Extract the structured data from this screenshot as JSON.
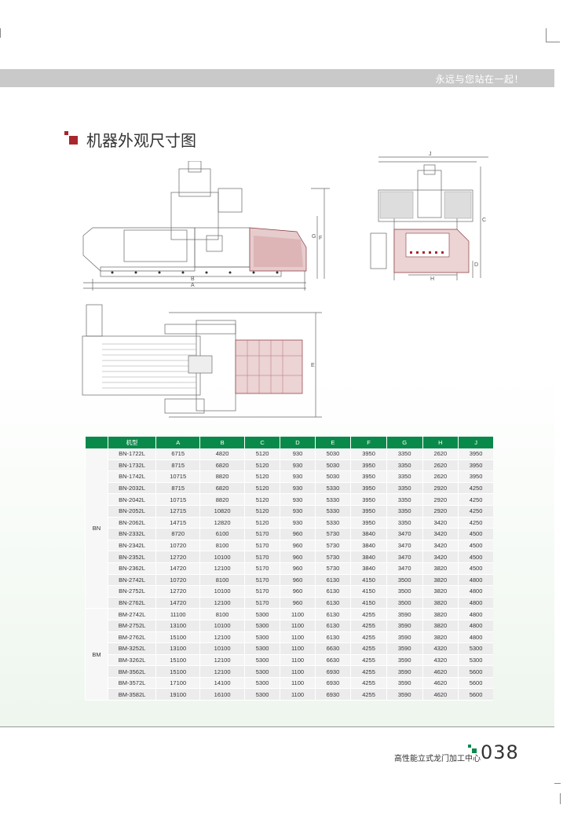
{
  "header": {
    "slogan": "永远与您站在一起！"
  },
  "section": {
    "title": "机器外观尺寸图"
  },
  "drawing": {
    "dim_labels": [
      "A",
      "B",
      "C",
      "D",
      "E",
      "F",
      "G",
      "H",
      "J"
    ]
  },
  "table": {
    "columns": [
      "机型",
      "A",
      "B",
      "C",
      "D",
      "E",
      "F",
      "G",
      "H",
      "J"
    ],
    "groups": [
      {
        "name": "BN",
        "rows": [
          [
            "BN-1722L",
            "6715",
            "4820",
            "5120",
            "930",
            "5030",
            "3950",
            "3350",
            "2620",
            "3950"
          ],
          [
            "BN-1732L",
            "8715",
            "6820",
            "5120",
            "930",
            "5030",
            "3950",
            "3350",
            "2620",
            "3950"
          ],
          [
            "BN-1742L",
            "10715",
            "8820",
            "5120",
            "930",
            "5030",
            "3950",
            "3350",
            "2620",
            "3950"
          ],
          [
            "BN-2032L",
            "8715",
            "6820",
            "5120",
            "930",
            "5330",
            "3950",
            "3350",
            "2920",
            "4250"
          ],
          [
            "BN-2042L",
            "10715",
            "8820",
            "5120",
            "930",
            "5330",
            "3950",
            "3350",
            "2920",
            "4250"
          ],
          [
            "BN-2052L",
            "12715",
            "10820",
            "5120",
            "930",
            "5330",
            "3950",
            "3350",
            "2920",
            "4250"
          ],
          [
            "BN-2062L",
            "14715",
            "12820",
            "5120",
            "930",
            "5330",
            "3950",
            "3350",
            "3420",
            "4250"
          ],
          [
            "BN-2332L",
            "8720",
            "6100",
            "5170",
            "960",
            "5730",
            "3840",
            "3470",
            "3420",
            "4500"
          ],
          [
            "BN-2342L",
            "10720",
            "8100",
            "5170",
            "960",
            "5730",
            "3840",
            "3470",
            "3420",
            "4500"
          ],
          [
            "BN-2352L",
            "12720",
            "10100",
            "5170",
            "960",
            "5730",
            "3840",
            "3470",
            "3420",
            "4500"
          ],
          [
            "BN-2362L",
            "14720",
            "12100",
            "5170",
            "960",
            "5730",
            "3840",
            "3470",
            "3820",
            "4500"
          ],
          [
            "BN-2742L",
            "10720",
            "8100",
            "5170",
            "960",
            "6130",
            "4150",
            "3500",
            "3820",
            "4800"
          ],
          [
            "BN-2752L",
            "12720",
            "10100",
            "5170",
            "960",
            "6130",
            "4150",
            "3500",
            "3820",
            "4800"
          ],
          [
            "BN-2762L",
            "14720",
            "12100",
            "5170",
            "960",
            "6130",
            "4150",
            "3500",
            "3820",
            "4800"
          ]
        ]
      },
      {
        "name": "BM",
        "rows": [
          [
            "BM-2742L",
            "11100",
            "8100",
            "5300",
            "1100",
            "6130",
            "4255",
            "3590",
            "3820",
            "4800"
          ],
          [
            "BM-2752L",
            "13100",
            "10100",
            "5300",
            "1100",
            "6130",
            "4255",
            "3590",
            "3820",
            "4800"
          ],
          [
            "BM-2762L",
            "15100",
            "12100",
            "5300",
            "1100",
            "6130",
            "4255",
            "3590",
            "3820",
            "4800"
          ],
          [
            "BM-3252L",
            "13100",
            "10100",
            "5300",
            "1100",
            "6630",
            "4255",
            "3590",
            "4320",
            "5300"
          ],
          [
            "BM-3262L",
            "15100",
            "12100",
            "5300",
            "1100",
            "6630",
            "4255",
            "3590",
            "4320",
            "5300"
          ],
          [
            "BM-3562L",
            "15100",
            "12100",
            "5300",
            "1100",
            "6930",
            "4255",
            "3590",
            "4620",
            "5600"
          ],
          [
            "BM-3572L",
            "17100",
            "14100",
            "5300",
            "1100",
            "6930",
            "4255",
            "3590",
            "4620",
            "5600"
          ],
          [
            "BM-3582L",
            "19100",
            "16100",
            "5300",
            "1100",
            "6930",
            "4255",
            "3590",
            "4620",
            "5600"
          ]
        ]
      }
    ]
  },
  "footer": {
    "label": "高性能立式龙门加工中心",
    "page_number": "038"
  },
  "colors": {
    "accent_green": "#0a8a4a",
    "accent_red": "#a8262e",
    "topbar_gray": "#c9c9c9"
  }
}
